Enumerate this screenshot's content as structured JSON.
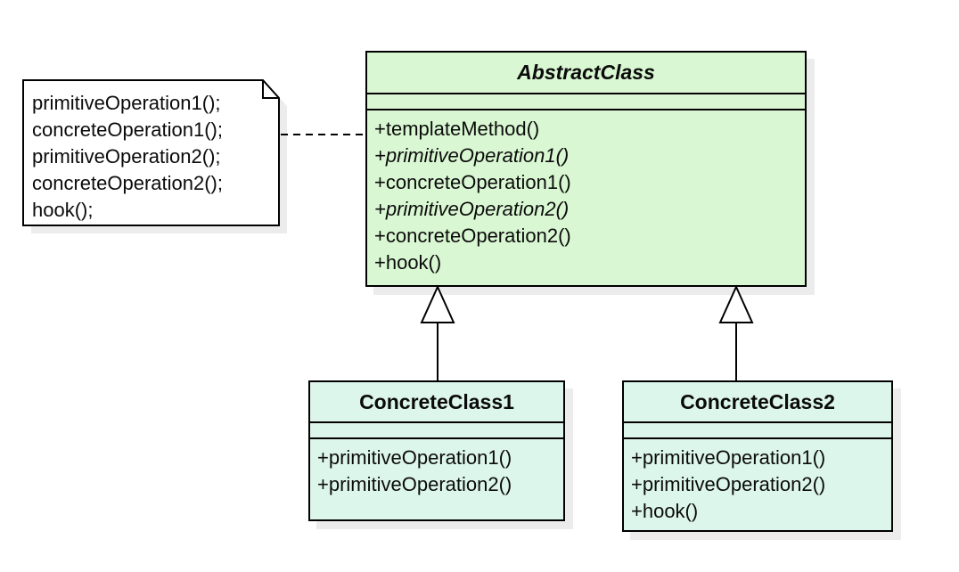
{
  "note": {
    "lines": [
      "primitiveOperation1();",
      "concreteOperation1();",
      "primitiveOperation2();",
      "concreteOperation2();",
      "hook();"
    ]
  },
  "classes": {
    "abstract": {
      "name": "AbstractClass",
      "attributes": "",
      "methods": [
        "+templateMethod()",
        "+primitiveOperation1()",
        "+concreteOperation1()",
        "+primitiveOperation2()",
        "+concreteOperation2()",
        "+hook()"
      ]
    },
    "concrete1": {
      "name": "ConcreteClass1",
      "attributes": "",
      "methods": [
        "+primitiveOperation1()",
        "+primitiveOperation2()"
      ]
    },
    "concrete2": {
      "name": "ConcreteClass2",
      "attributes": "",
      "methods": [
        "+primitiveOperation1()",
        "+primitiveOperation2()",
        "+hook()"
      ]
    }
  },
  "colors": {
    "abstract_fill": "#d9f7d2",
    "concrete_fill": "#ddf6eb",
    "border": "#000000",
    "shadow": "#ececec",
    "background": "#ffffff",
    "text": "#0b0b0b"
  }
}
